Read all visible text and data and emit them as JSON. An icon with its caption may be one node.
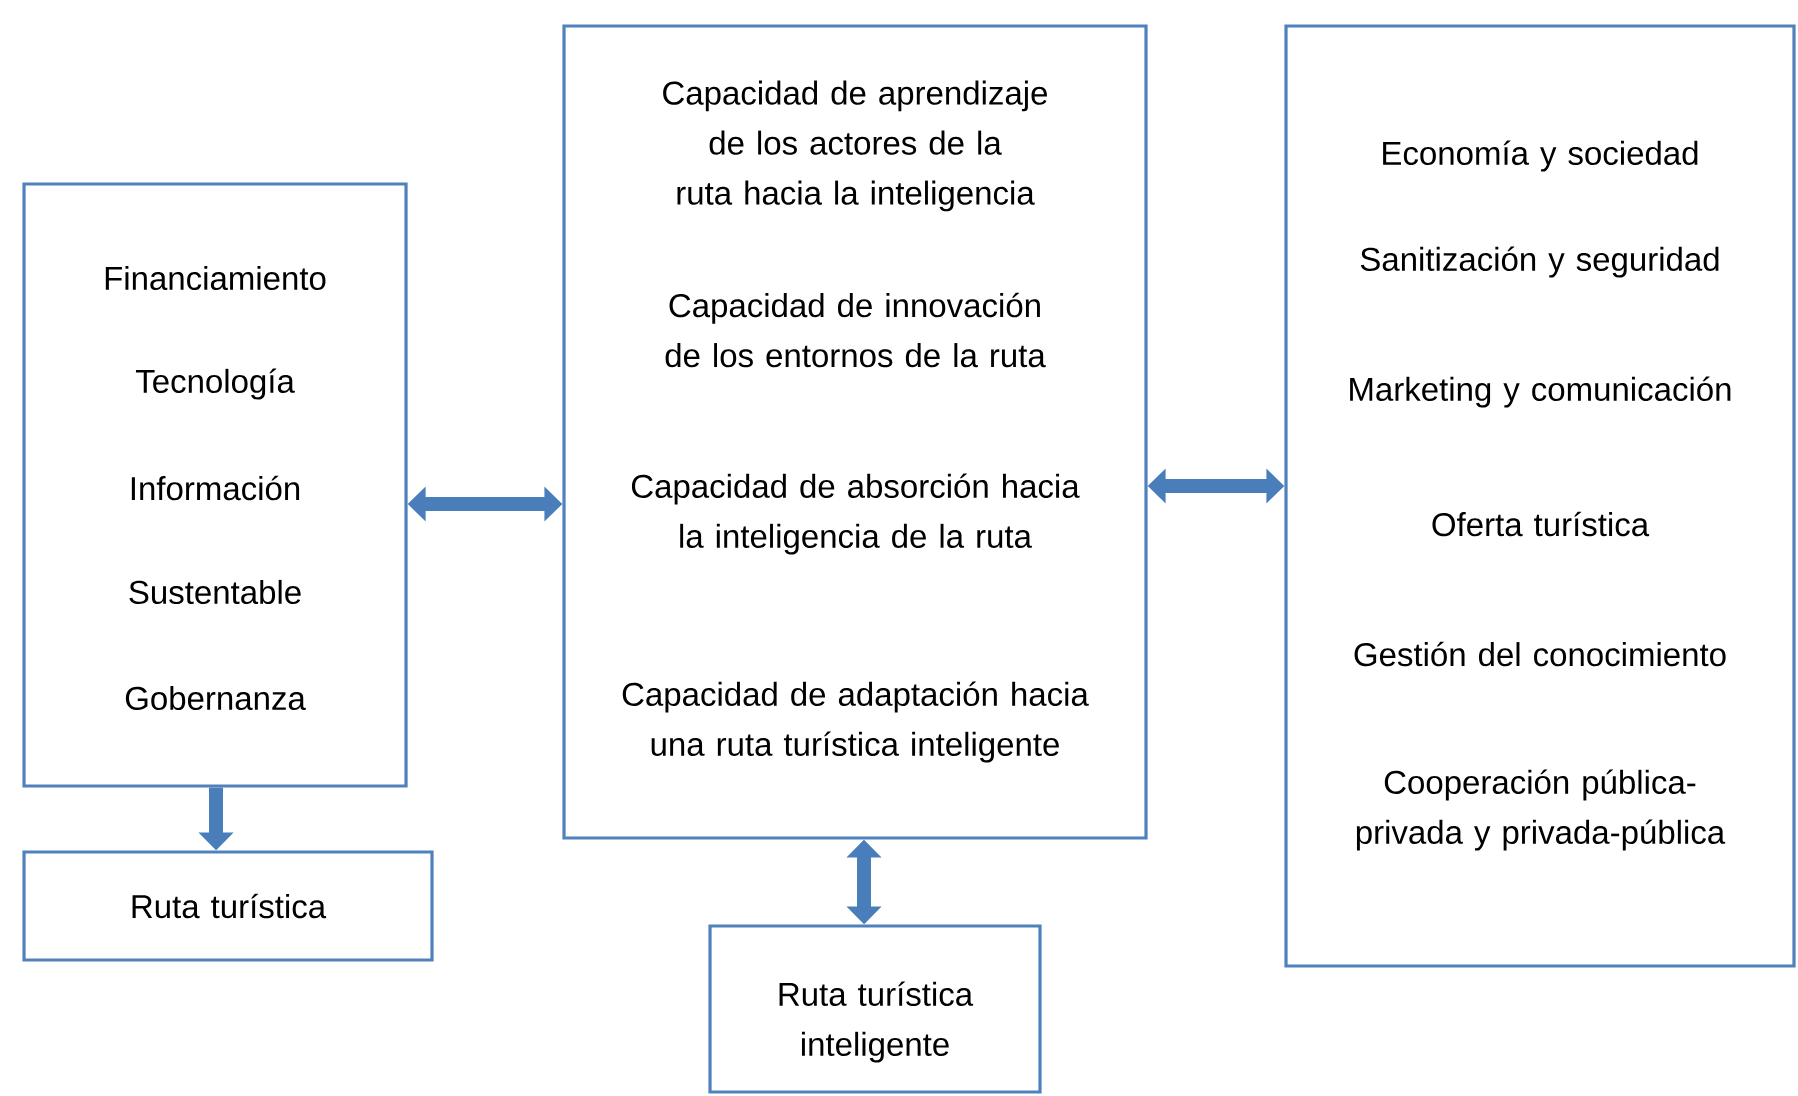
{
  "diagram": {
    "nodes": [
      {
        "text": [
          "Financiamiento",
          "Tecnología",
          "Información",
          "Sustentable",
          "Gobernanza"
        ]
      },
      {
        "text": [
          "Ruta turística"
        ]
      },
      {
        "text": [
          "Capacidad de aprendizaje de los actores de la ruta hacia la inteligencia",
          "Capacidad de innovación de los entornos de la ruta",
          "Capacidad de absorción hacia la inteligencia de la ruta",
          "Capacidad de adaptación hacia una ruta turística inteligente"
        ]
      },
      {
        "text": [
          "Ruta turística inteligente"
        ]
      },
      {
        "text": [
          "Economía y sociedad",
          "Sanitización y seguridad",
          "Marketing y comunicación",
          "Oferta turística",
          "Gestión del conocimiento",
          "Cooperación pública-privada y privada-pública"
        ]
      }
    ],
    "edges": [
      {
        "from": 0,
        "to": 1,
        "arrow": "to"
      },
      {
        "from": 2,
        "to": 0,
        "arrow": "both"
      },
      {
        "from": 2,
        "to": 4,
        "arrow": "both"
      },
      {
        "from": 2,
        "to": 3,
        "arrow": "both"
      }
    ]
  }
}
